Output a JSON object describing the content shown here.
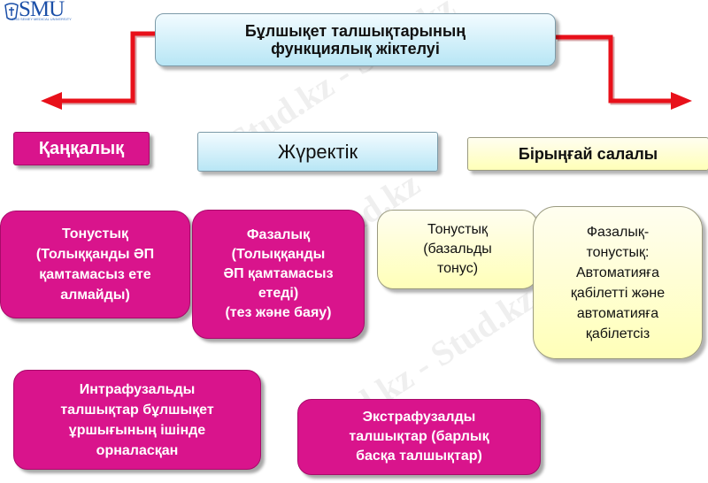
{
  "logo": {
    "text": "SMU",
    "subtitle": "1953   SEMEY MEDICAL UNIVERSITY"
  },
  "watermark": "Stud.kz - Stud.kz",
  "title": "Бұлшықет талшықтарының\nфункциялық жіктелуі",
  "categories": {
    "skeletal": "Қаңқалық",
    "cardiac": "Жүректік",
    "smooth": "Бірыңғай салалы"
  },
  "nodes": {
    "tonic_skeletal": "Тонустық\n(Толыққанды ӘП\nқамтамасыз ете\nалмайды)",
    "phasic_skeletal": "Фазалық\n(Толыққанды\nӘП қамтамасыз\nетеді)\n(тез және баяу)",
    "tonic_smooth": "Тонустық\n(базальды\nтонус)",
    "phasic_tonic_smooth": "Фазалық-\nтонустық:\nАвтоматияға\nқабілетті және\nавтоматияға\nқабілетсіз",
    "intrafusal": "Интрафузальды\nталшықтар бұлшықет\nұршығының  ішінде\nорналасқан",
    "extrafusal": "Экстрафузалды\nталшықтар (барлық\nбасқа талшықтар)"
  },
  "colors": {
    "magenta": "#d9148c",
    "arrow": "#e8101a",
    "yellow": "#ffffb8",
    "blue": "#b8e6f5"
  }
}
